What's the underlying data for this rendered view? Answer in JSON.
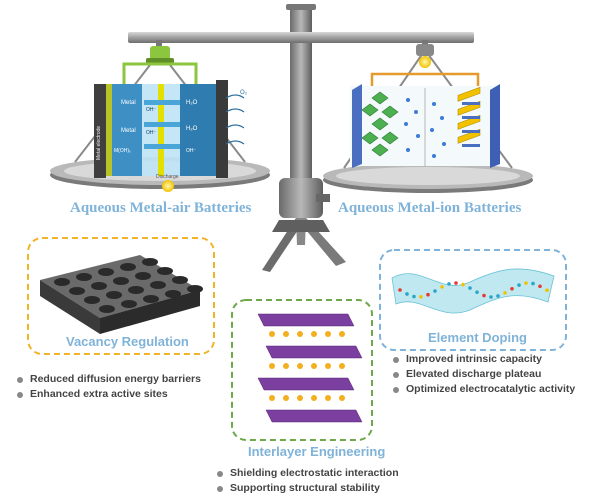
{
  "top": {
    "left_title": "Aqueous Metal-air Batteries",
    "right_title": "Aqueous Metal-ion Batteries",
    "discharge_label": "Discharge",
    "cell_labels": {
      "metal_electrode": "Metal electrode",
      "metal1": "Metal",
      "metal2": "Metal",
      "ion1": "OH⁻",
      "h2o1": "H₂O",
      "o2": "O₂",
      "ion2": "OH⁻",
      "h2o2": "H₂O",
      "mn": "M(OH)ₓ",
      "ion3": "OH⁻"
    }
  },
  "vacancy": {
    "title": "Vacancy Regulation",
    "bullets": [
      "Reduced diffusion energy barriers",
      "Enhanced extra active sites"
    ]
  },
  "interlayer": {
    "title": "Interlayer Engineering",
    "bullets": [
      "Shielding electrostatic interaction",
      "Supporting structural stability"
    ]
  },
  "doping": {
    "title": "Element Doping",
    "bullets": [
      "Improved intrinsic capacity",
      "Elevated discharge plateau",
      "Optimized electrocatalytic activity"
    ]
  },
  "colors": {
    "orange_border": "#f0b429",
    "green_border": "#6ea84a",
    "blue_border": "#7fb3d9",
    "vacancy_title": "#7fb3d9",
    "interlayer_title": "#7fb3d9",
    "doping_title": "#7fb3d9"
  }
}
